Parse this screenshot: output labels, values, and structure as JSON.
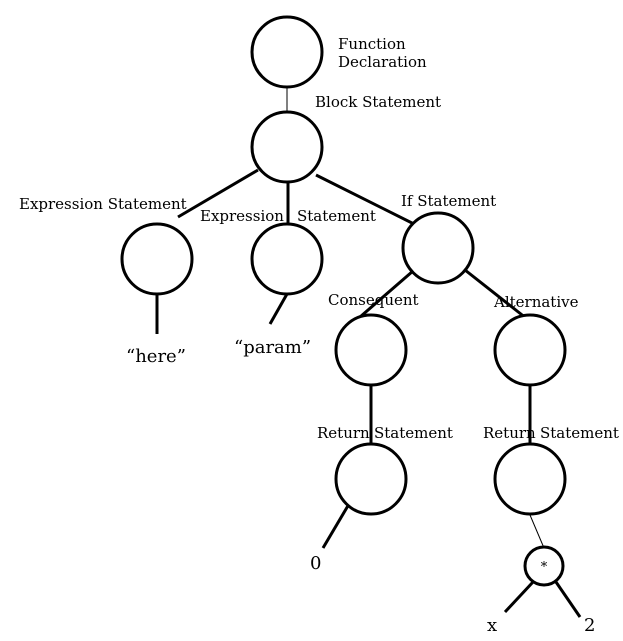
{
  "labels": {
    "function_declaration_line1": "Function",
    "function_declaration_line2": "Declaration",
    "block_statement": "Block Statement",
    "expression_statement_1": "Expression Statement",
    "expression_statement_2_part1": "Expression",
    "expression_statement_2_part2": "Statement",
    "if_statement": "If Statement",
    "consequent": "Consequent",
    "alternative": "Alternative",
    "return_statement_1_part1": "Return",
    "return_statement_1_part2": "Statement",
    "return_statement_2_part1": "Return",
    "return_statement_2_part2": "Statement",
    "multiply_operator": "*"
  },
  "leaves": {
    "here": "“here”",
    "param": "“param”",
    "zero": "0",
    "x": "x",
    "two": "2"
  }
}
